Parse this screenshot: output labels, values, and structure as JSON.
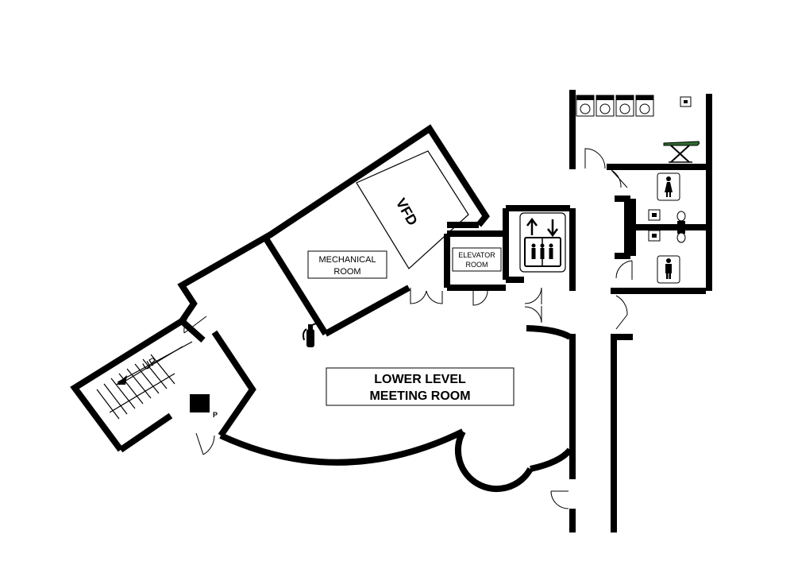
{
  "rooms": {
    "mechanical_line1": "MECHANICAL",
    "mechanical_line2": "ROOM",
    "vfd": "VFD",
    "elevator_line1": "ELEVATOR",
    "elevator_line2": "ROOM",
    "meeting_line1": "LOWER LEVEL",
    "meeting_line2": "MEETING ROOM"
  },
  "stairs": {
    "direction_label": "UP"
  },
  "markers": {
    "parking_letter": "P"
  },
  "icons": [
    "elevator-icon",
    "fire-extinguisher-icon",
    "womens-restroom-icon",
    "mens-restroom-icon",
    "washing-machine-icon",
    "ironing-board-icon",
    "sink-icon",
    "toilet-icon"
  ]
}
